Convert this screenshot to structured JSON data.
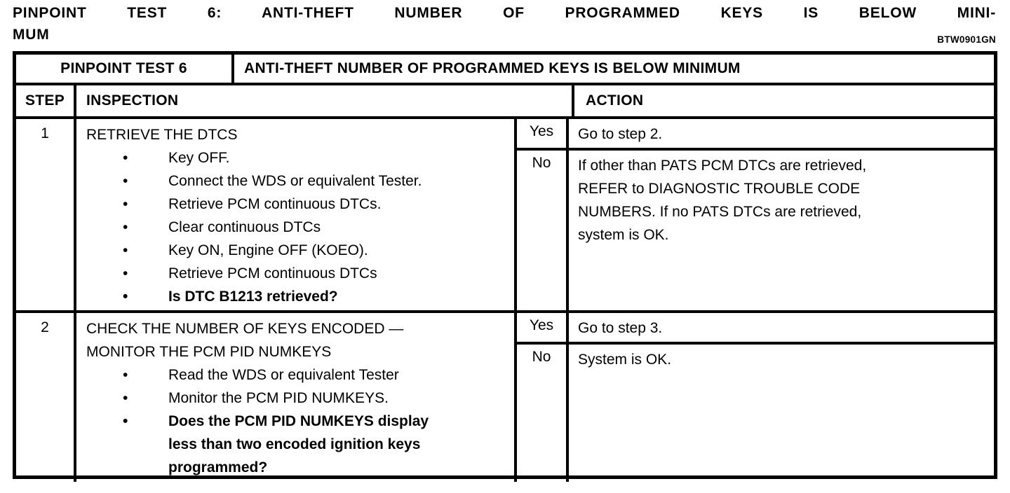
{
  "page": {
    "title": "PINPOINT TEST 6: ANTI-THEFT NUMBER OF PROGRAMMED KEYS IS BELOW MINI-\nMUM",
    "figure_code": "BTW0901GN"
  },
  "table": {
    "header": {
      "test_label": "PINPOINT TEST 6",
      "test_title": "ANTI-THEFT NUMBER OF PROGRAMMED KEYS IS BELOW MINIMUM"
    },
    "columns": {
      "step": "STEP",
      "inspection": "INSPECTION",
      "action": "ACTION"
    },
    "rows": [
      {
        "step": "1",
        "inspection": {
          "heading": "RETRIEVE THE DTCS",
          "bullets": [
            {
              "text": "Key OFF.",
              "bold": false
            },
            {
              "text": "Connect the WDS or equivalent Tester.",
              "bold": false
            },
            {
              "text": "Retrieve PCM continuous DTCs.",
              "bold": false
            },
            {
              "text": "Clear continuous DTCs",
              "bold": false
            },
            {
              "text": "Key ON, Engine OFF (KOEO).",
              "bold": false
            },
            {
              "text": "Retrieve PCM continuous DTCs",
              "bold": false
            },
            {
              "text": "Is DTC B1213 retrieved?",
              "bold": true
            }
          ]
        },
        "answers": [
          {
            "label": "Yes",
            "action": "Go to step 2."
          },
          {
            "label": "No",
            "action": "If other than PATS PCM DTCs are retrieved,\nREFER to DIAGNOSTIC TROUBLE CODE\nNUMBERS. If no PATS DTCs are retrieved,\nsystem is OK."
          }
        ]
      },
      {
        "step": "2",
        "inspection": {
          "heading": "CHECK THE NUMBER OF KEYS ENCODED —\nMONITOR THE PCM PID NUMKEYS",
          "bullets": [
            {
              "text": "Read the WDS or equivalent Tester",
              "bold": false
            },
            {
              "text": "Monitor the PCM PID NUMKEYS.",
              "bold": false
            },
            {
              "text": "Does the PCM PID NUMKEYS display\nless than two encoded ignition keys\nprogrammed?",
              "bold": true
            }
          ]
        },
        "answers": [
          {
            "label": "Yes",
            "action": "Go to step 3."
          },
          {
            "label": "No",
            "action": "System is OK."
          }
        ]
      }
    ]
  },
  "colors": {
    "ink": "#000000",
    "paper": "#ffffff"
  }
}
